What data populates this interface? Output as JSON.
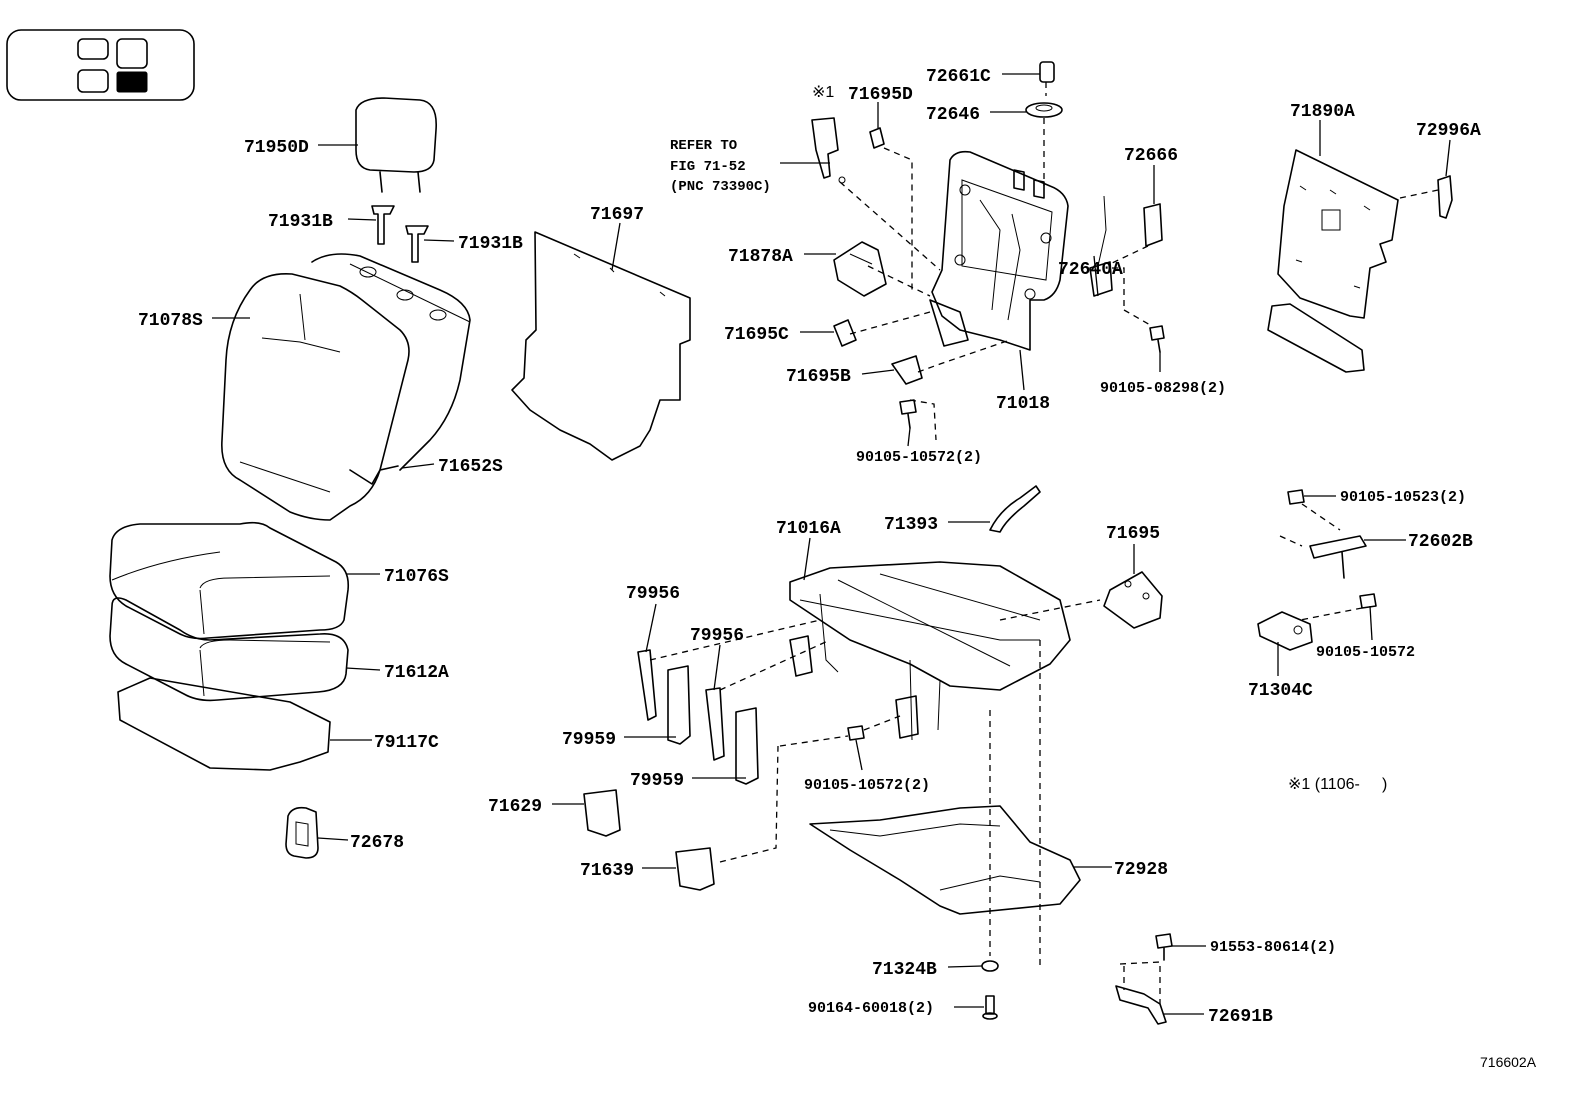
{
  "parts": {
    "p71950D": "71950D",
    "p71931B_left": "71931B",
    "p71931B_right": "71931B",
    "p71078S": "71078S",
    "p71652S": "71652S",
    "p71076S": "71076S",
    "p71612A": "71612A",
    "p79117C": "79117C",
    "p72678": "72678",
    "p71697": "71697",
    "p71695D": "71695D",
    "p72661C": "72661C",
    "p72646": "72646",
    "p72666": "72666",
    "p71878A": "71878A",
    "p71695C": "71695C",
    "p71695B": "71695B",
    "p71018": "71018",
    "p72640A": "72640A",
    "p90105_08298": "90105-08298(2)",
    "p90105_10572_top": "90105-10572(2)",
    "p71890A": "71890A",
    "p72996A": "72996A",
    "p71016A": "71016A",
    "p71393": "71393",
    "p71695": "71695",
    "p79956_a": "79956",
    "p79956_b": "79956",
    "p79959_a": "79959",
    "p79959_b": "79959",
    "p90105_10572_mid": "90105-10572(2)",
    "p71629": "71629",
    "p71639": "71639",
    "p72928": "72928",
    "p71324B": "71324B",
    "p90164_60018": "90164-60018(2)",
    "p90105_10523": "90105-10523(2)",
    "p72602B": "72602B",
    "p90105_10572_right": "90105-10572",
    "p71304C": "71304C",
    "p91553_80614": "91553-80614(2)",
    "p72691B": "72691B"
  },
  "notes": {
    "refer_line1": "REFER TO",
    "refer_line2": "FIG 71-52",
    "refer_line3": "(PNC 73390C)",
    "mark_71695D": "※1",
    "footnote": "※1 (1106-     )",
    "figure_id": "716602A"
  }
}
